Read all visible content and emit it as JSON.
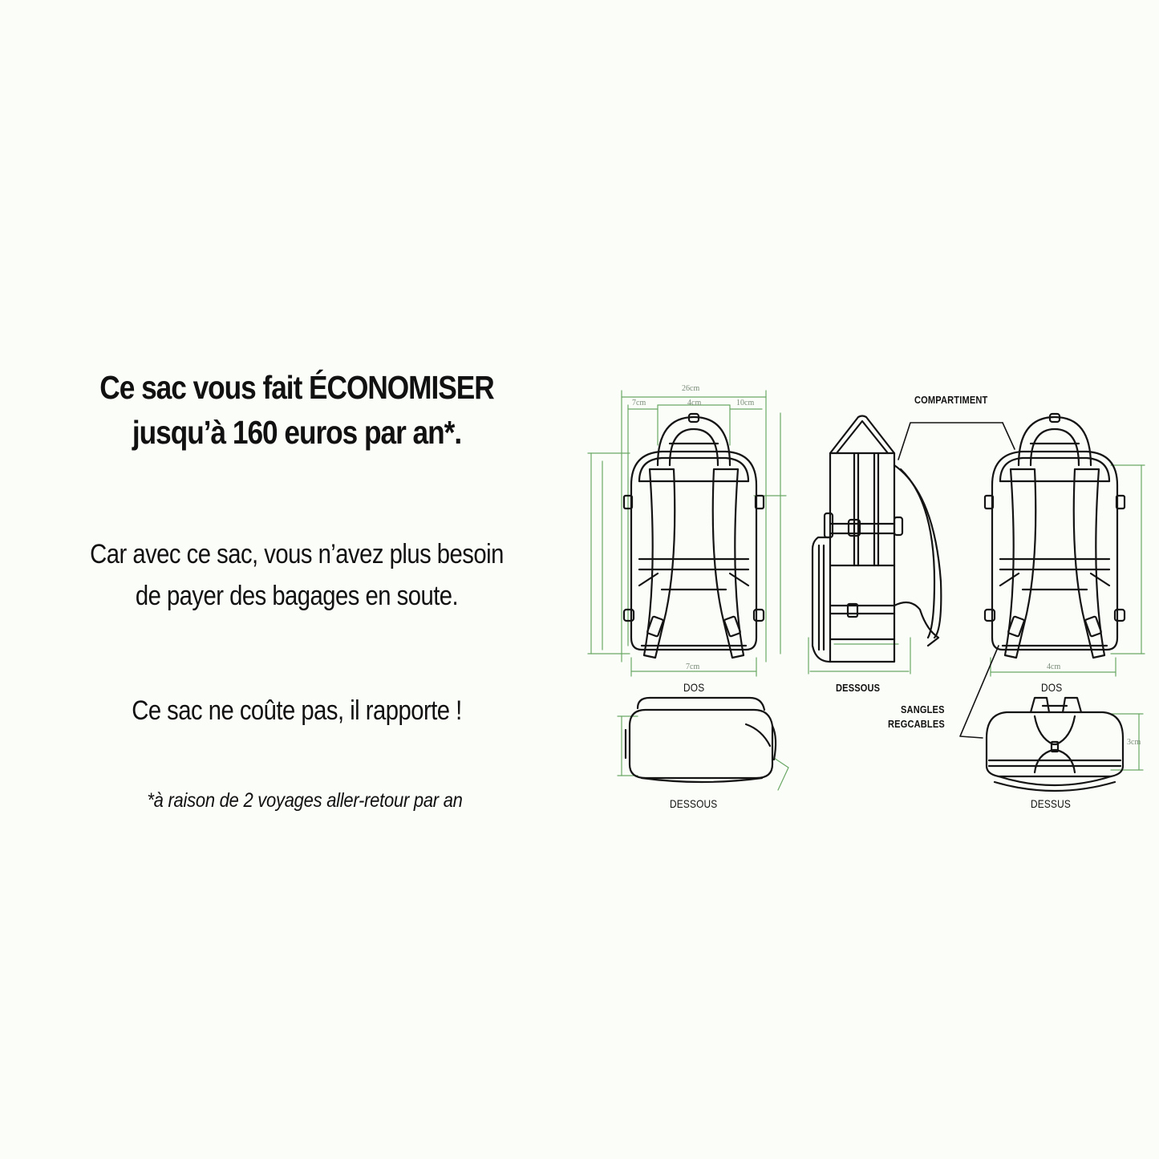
{
  "headline": {
    "line1": "Ce sac vous fait ÉCONOMISER",
    "line2": "jusqu’à 160 euros par an*."
  },
  "body": {
    "line1": "Car avec ce sac, vous n’avez plus besoin",
    "line2": "de payer des bagages en soute."
  },
  "tagline": "Ce sac ne coûte pas, il rapporte !",
  "footnote": "*à raison de 2 voyages aller-retour par an",
  "diagram": {
    "labels": {
      "compartiment": "COMPARTIMENT",
      "dos_left": "DOS",
      "dessous_side": "DESSOUS",
      "dos_right": "DOS",
      "sangles_line1": "SANGLES",
      "sangles_line2": "REGCABLES",
      "dessous_bottom": "DESSOUS",
      "dessus_bottom": "DESSUS"
    },
    "dimensions": {
      "top_width": "26cm",
      "top_left": "7cm",
      "top_mid": "4cm",
      "top_right": "10cm",
      "bottom_left": "7cm",
      "bottom_right": "4cm",
      "dessus_height": "3cm"
    }
  },
  "colors": {
    "background": "#fbfdf8",
    "text": "#111111",
    "line": "#141414",
    "dimension": "#5f9a5a"
  }
}
